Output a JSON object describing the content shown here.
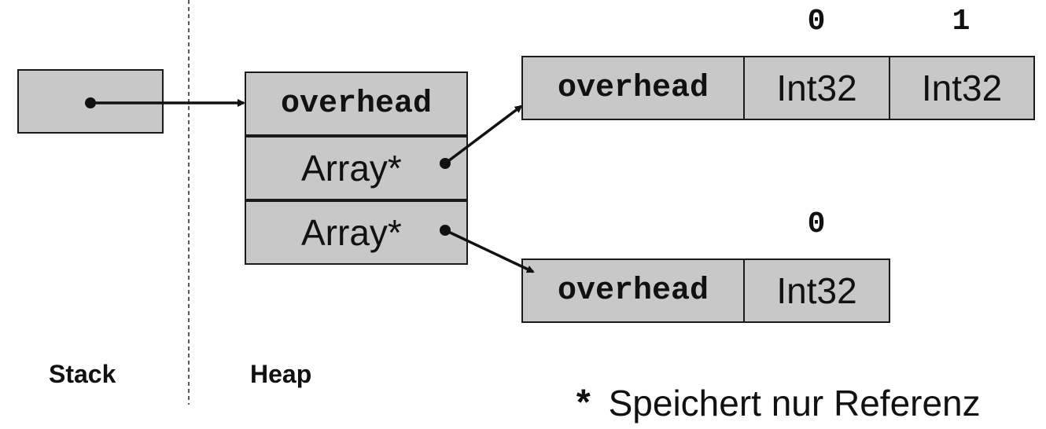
{
  "stack": {
    "label": "Stack"
  },
  "heap": {
    "label": "Heap",
    "object": {
      "header": "overhead",
      "fields": [
        "Array*",
        "Array*"
      ]
    },
    "array_top": {
      "indices": [
        "0",
        "1"
      ],
      "header": "overhead",
      "elements": [
        "Int32",
        "Int32"
      ]
    },
    "array_bottom": {
      "indices": [
        "0"
      ],
      "header": "overhead",
      "elements": [
        "Int32"
      ]
    }
  },
  "footnote": {
    "marker": "*",
    "text": "Speichert nur Referenz"
  }
}
